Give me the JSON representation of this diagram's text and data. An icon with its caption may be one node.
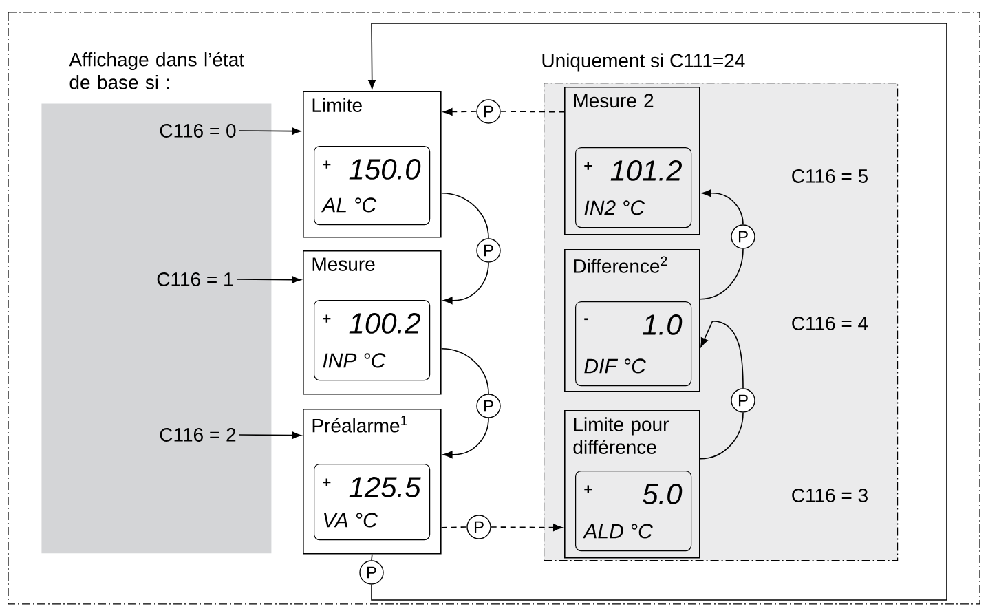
{
  "diagram": {
    "nodes": [
      {
        "text": [
          "Affichage dans l’état de base si :"
        ]
      },
      {
        "text": [
          "C116 = 0"
        ],
        "in": 0
      },
      {
        "text": [
          "C116 = 1"
        ],
        "in": 0
      },
      {
        "text": [
          "C116 = 2"
        ],
        "in": 0
      },
      {
        "text": [
          "Limite"
        ]
      },
      {
        "text": [
          "+",
          "150.0",
          "AL °C"
        ],
        "in": 4
      },
      {
        "text": [
          "Mesure"
        ]
      },
      {
        "text": [
          "+",
          "100.2",
          "INP °C"
        ],
        "in": 6
      },
      {
        "text": [
          "Préalarme$^{1}$"
        ]
      },
      {
        "text": [
          "+",
          "125.5",
          "VA °C"
        ],
        "in": 8
      },
      {
        "text": [
          "P"
        ]
      },
      {
        "text": [
          "P"
        ]
      },
      {
        "text": [
          "P"
        ]
      },
      {
        "text": [
          "Uniquement si C111=24"
        ]
      },
      {
        "text": [
          "Mesure 2"
        ],
        "in": 13
      },
      {
        "text": [
          "+",
          "101.2",
          "IN2 °C"
        ],
        "in": 14
      },
      {
        "text": [
          "Difference$^{2}$"
        ],
        "in": 13
      },
      {
        "text": [
          "-",
          "1.0",
          "DIF °C"
        ],
        "in": 16
      },
      {
        "text": [
          "Limite pour différence"
        ],
        "in": 13
      },
      {
        "text": [
          "+",
          "5.0",
          "ALD °C"
        ],
        "in": 18
      },
      {
        "text": [
          "C116 = 5"
        ],
        "in": 13
      },
      {
        "text": [
          "C116 = 4"
        ],
        "in": 13
      },
      {
        "text": [
          "C116 = 3"
        ],
        "in": 13
      },
      {
        "text": [
          "P"
        ],
        "in": 13
      },
      {
        "text": [
          "P"
        ],
        "in": 13
      },
      {
        "text": [
          "P"
        ]
      },
      {
        "text": [
          "P"
        ]
      }
    ],
    "edges": [
      {
        "from": 1,
        "to": 4,
        "arrow": "to"
      },
      {
        "from": 2,
        "to": 6,
        "arrow": "to"
      },
      {
        "from": 3,
        "to": 8,
        "arrow": "to"
      },
      {
        "from": 4,
        "to": 10,
        "arrow": "none"
      },
      {
        "from": 10,
        "to": 6,
        "arrow": "to"
      },
      {
        "from": 6,
        "to": 11,
        "arrow": "none"
      },
      {
        "from": 11,
        "to": 8,
        "arrow": "to"
      },
      {
        "from": 8,
        "to": 12,
        "arrow": "none"
      },
      {
        "from": 12,
        "to": 4,
        "arrow": "to"
      },
      {
        "from": 8,
        "to": 26,
        "arrow": "none",
        "style": "dashed"
      },
      {
        "from": 26,
        "to": 18,
        "arrow": "to",
        "style": "dashed"
      },
      {
        "from": 18,
        "to": 24,
        "arrow": "none"
      },
      {
        "from": 24,
        "to": 16,
        "arrow": "to"
      },
      {
        "from": 16,
        "to": 23,
        "arrow": "none"
      },
      {
        "from": 23,
        "to": 14,
        "arrow": "to"
      },
      {
        "from": 14,
        "to": 25,
        "arrow": "none",
        "style": "dashed"
      },
      {
        "from": 25,
        "to": 4,
        "arrow": "to",
        "style": "dashed"
      }
    ]
  }
}
